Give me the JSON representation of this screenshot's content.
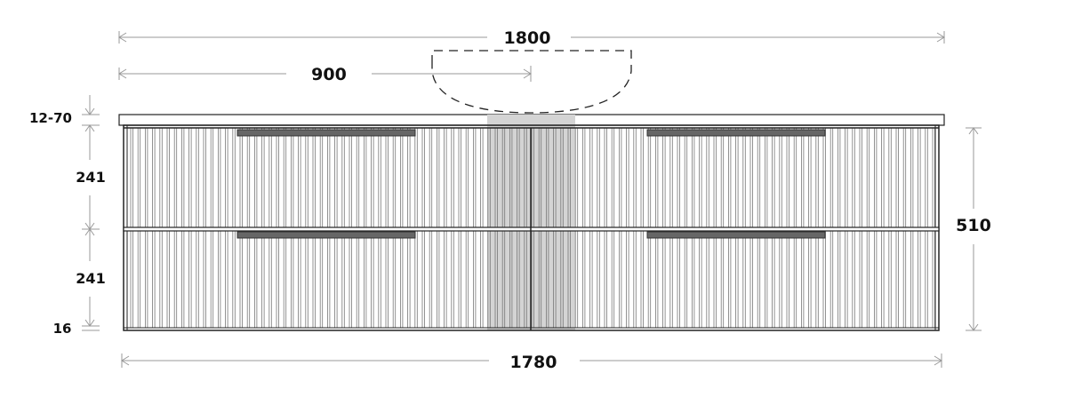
{
  "dimensions": {
    "overall_width": "1800",
    "basin_center": "900",
    "top_thickness": "12-70",
    "drawer_upper_height": "241",
    "drawer_lower_height": "241",
    "plinth_height": "16",
    "cabinet_height": "510",
    "cabinet_width": "1780"
  },
  "colors": {
    "line": "#222222",
    "dimension": "#9a9a9a",
    "handle": "#666666",
    "basin_zone": "#d4d4d4"
  }
}
